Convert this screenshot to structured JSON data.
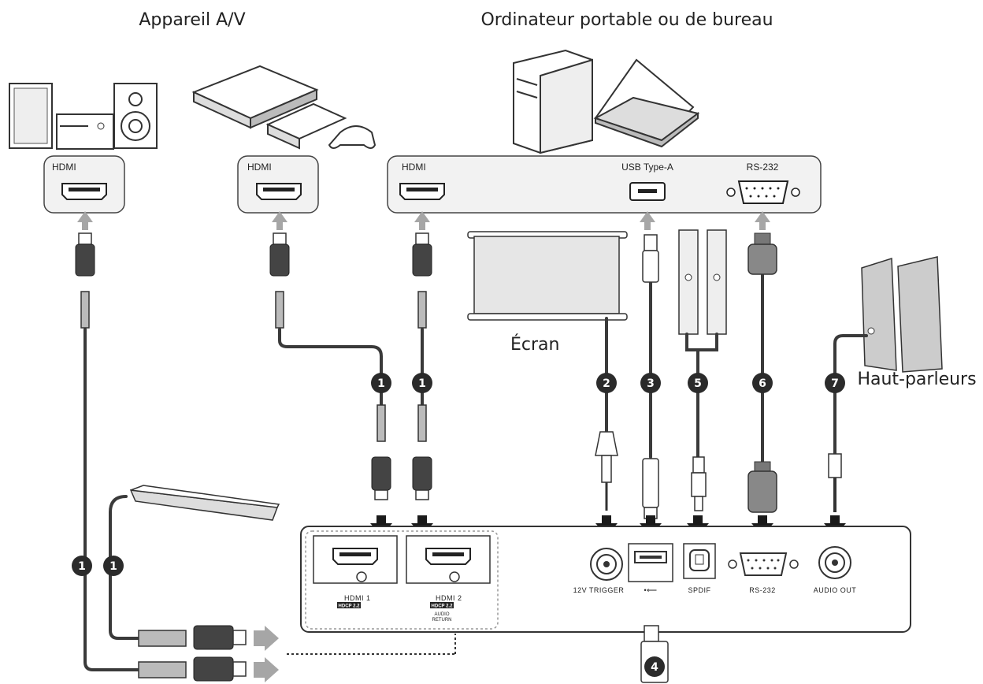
{
  "labels": {
    "av_device": "Appareil A/V",
    "computer": "Ordinateur portable ou de bureau",
    "screen": "Écran",
    "speakers": "Haut-parleurs"
  },
  "source_ports": {
    "av_hdmi": "HDMI",
    "player_hdmi": "HDMI",
    "pc_hdmi": "HDMI",
    "pc_usb": "USB Type-A",
    "pc_rs232": "RS-232"
  },
  "rear_panel": {
    "hdmi1": "HDMI 1",
    "hdmi1_badge": "HDCP 2.2",
    "hdmi2": "HDMI 2",
    "hdmi2_badge": "HDCP 2.2",
    "hdmi2_sub1": "AUDIO",
    "hdmi2_sub2": "RETURN",
    "trigger": "12V TRIGGER",
    "usb_symbol": "•⟵",
    "spdif": "SPDIF",
    "rs232": "RS-232",
    "audio_out": "AUDIO OUT"
  },
  "callouts": {
    "hdmi": "1",
    "trigger": "2",
    "usb": "3",
    "usb_power": "4",
    "spdif": "5",
    "rs232": "6",
    "audio": "7"
  },
  "colors": {
    "cable": "#3a3a3a",
    "arrow_light": "#a6a6a6",
    "arrow_dark": "#1a1a1a",
    "panel_fill": "#f2f2f2",
    "panel_stroke": "#444444"
  }
}
